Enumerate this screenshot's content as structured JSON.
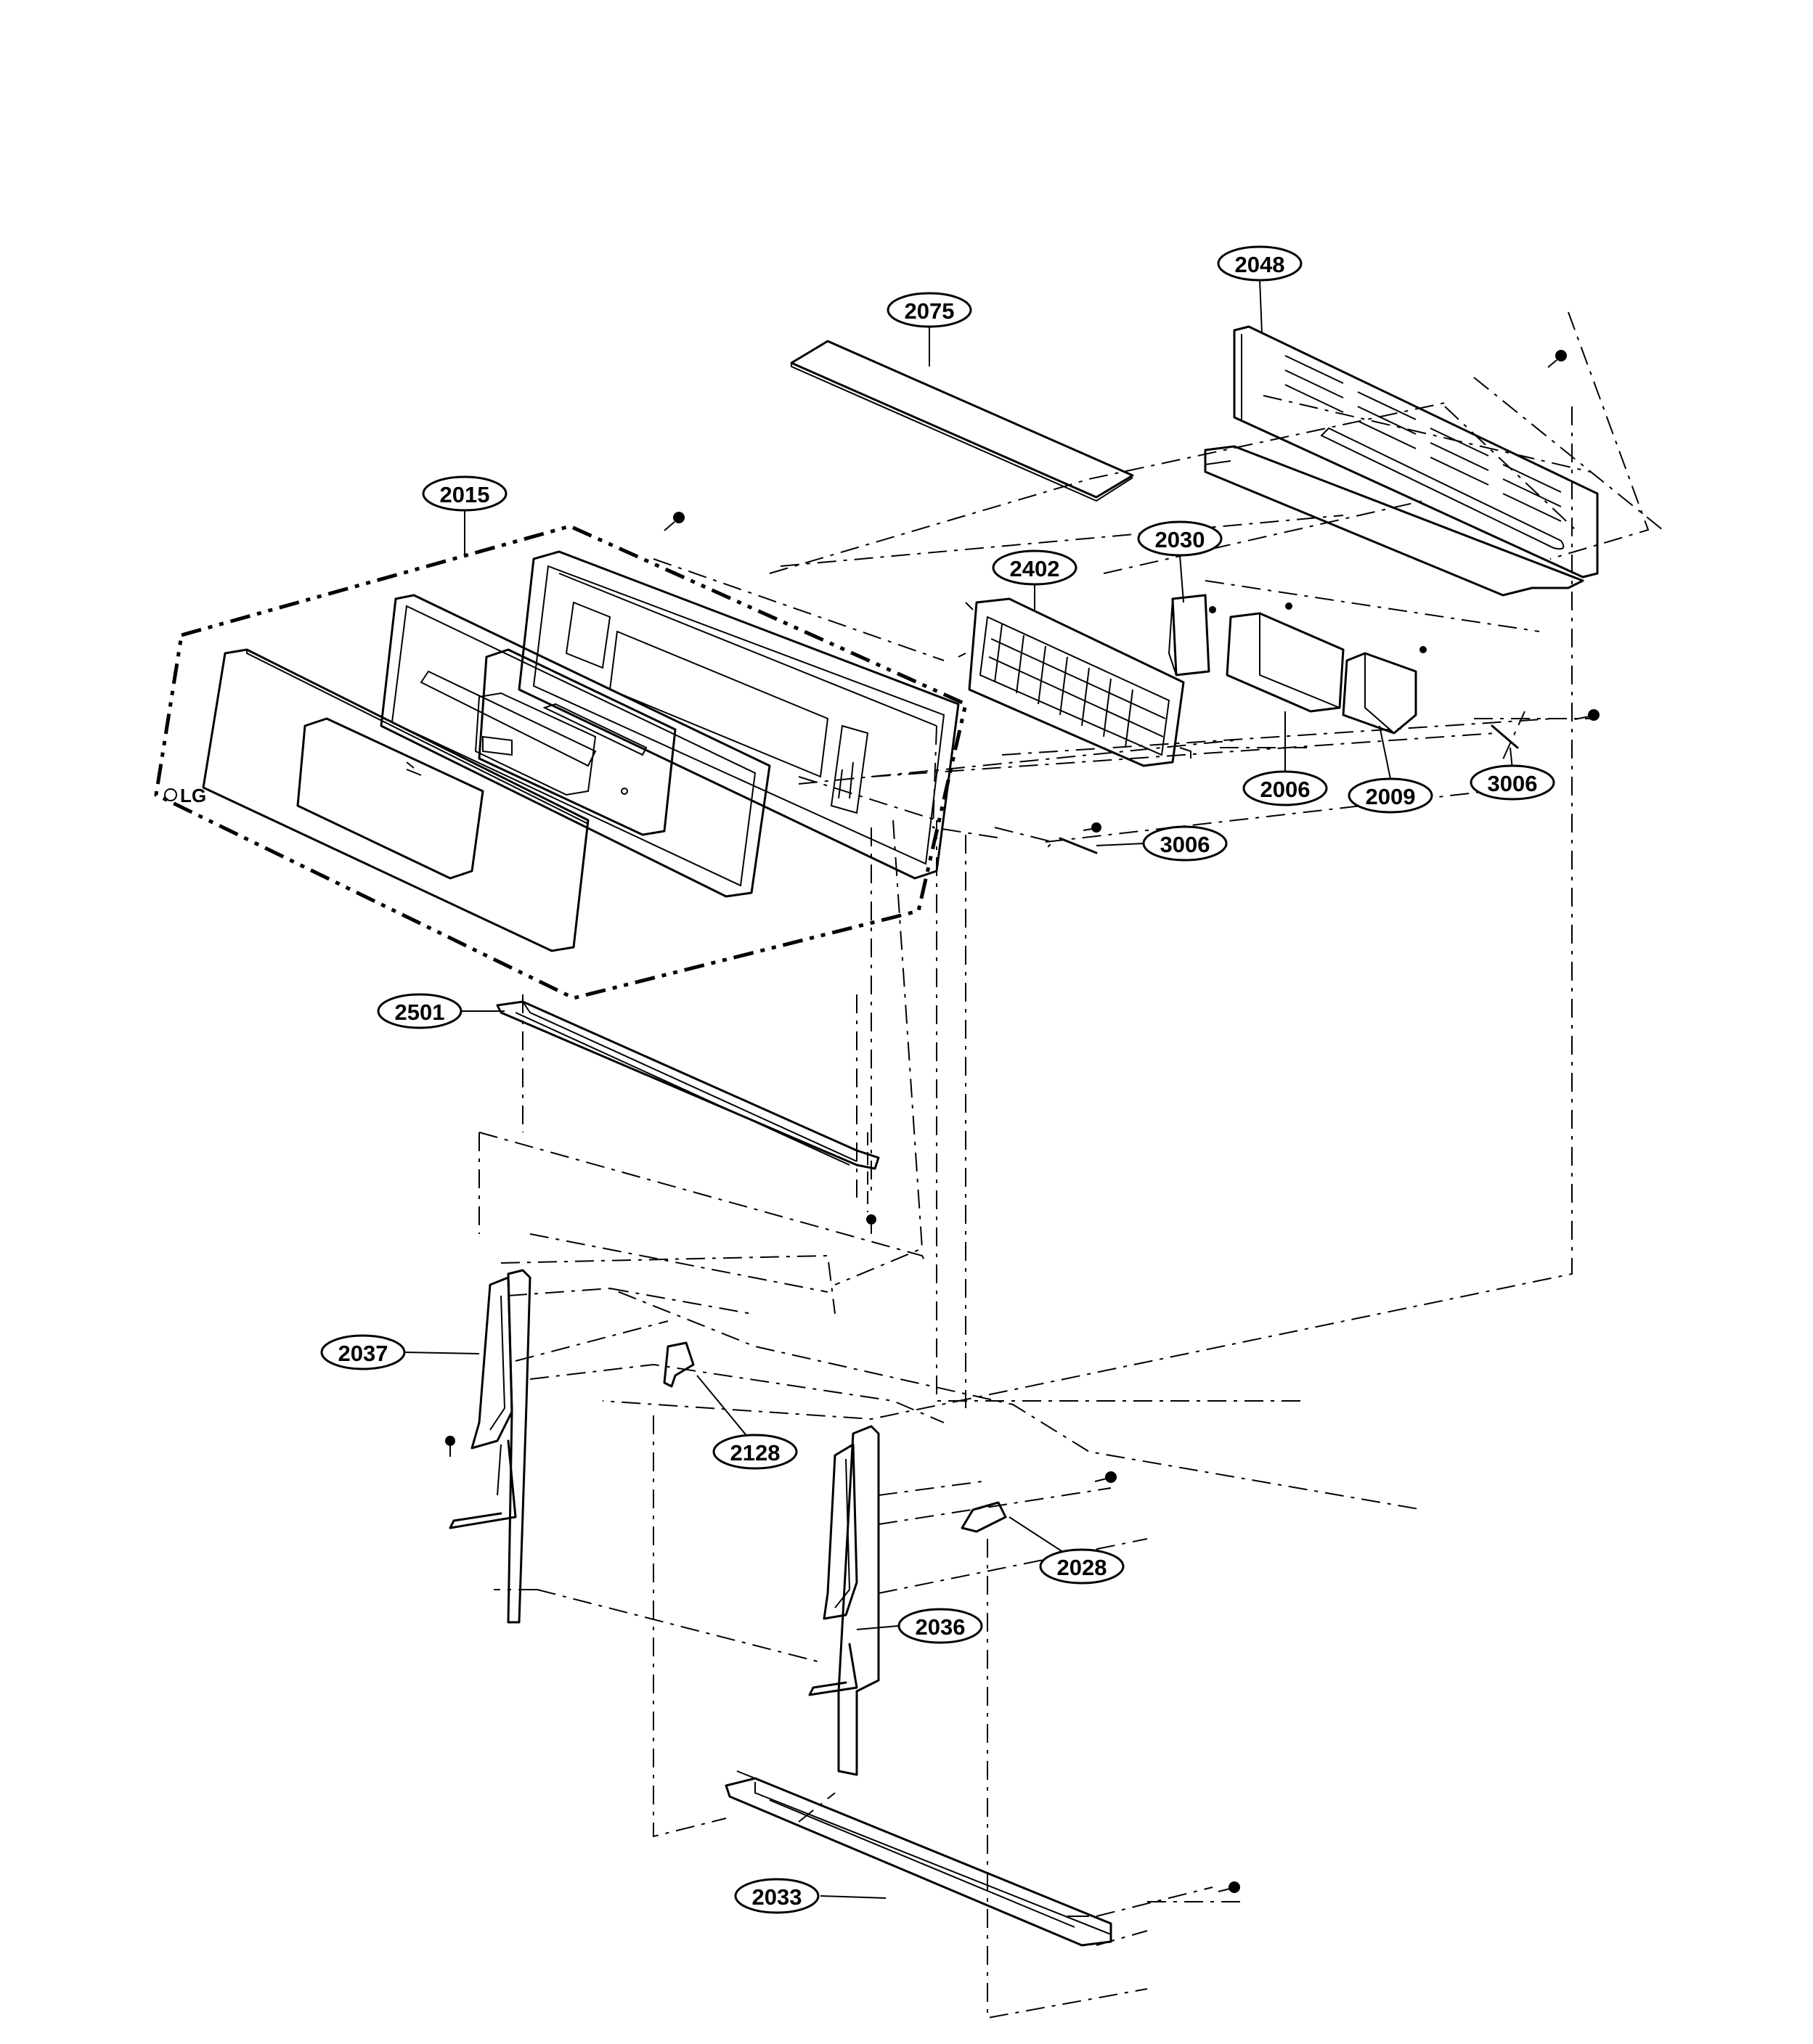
{
  "diagram": {
    "callouts": [
      {
        "id": "2048",
        "label": "2048"
      },
      {
        "id": "2075",
        "label": "2075"
      },
      {
        "id": "2015",
        "label": "2015"
      },
      {
        "id": "2030",
        "label": "2030"
      },
      {
        "id": "2402",
        "label": "2402"
      },
      {
        "id": "2006",
        "label": "2006"
      },
      {
        "id": "2009",
        "label": "2009"
      },
      {
        "id": "3006a",
        "label": "3006"
      },
      {
        "id": "3006b",
        "label": "3006"
      },
      {
        "id": "2501",
        "label": "2501"
      },
      {
        "id": "2037",
        "label": "2037"
      },
      {
        "id": "2128",
        "label": "2128"
      },
      {
        "id": "2028",
        "label": "2028"
      },
      {
        "id": "2036",
        "label": "2036"
      },
      {
        "id": "2033",
        "label": "2033"
      }
    ],
    "brand_mark": "LG"
  }
}
